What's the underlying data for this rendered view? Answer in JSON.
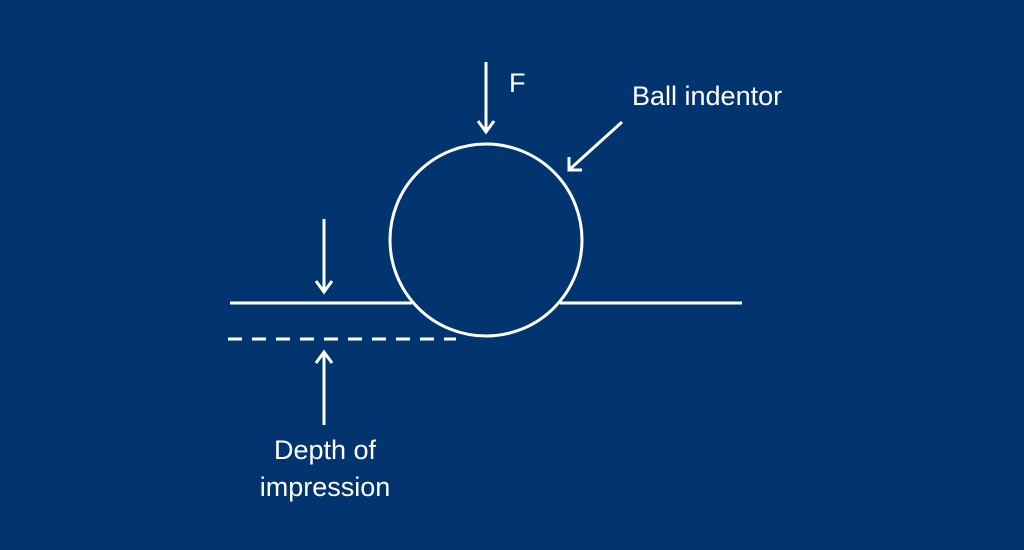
{
  "diagram": {
    "colors": {
      "background": "#023570",
      "foreground": "#ffffff"
    },
    "labels": {
      "force": "F",
      "ball_indentor": "Ball indentor",
      "depth_line1": "Depth of",
      "depth_line2": "impression"
    }
  }
}
